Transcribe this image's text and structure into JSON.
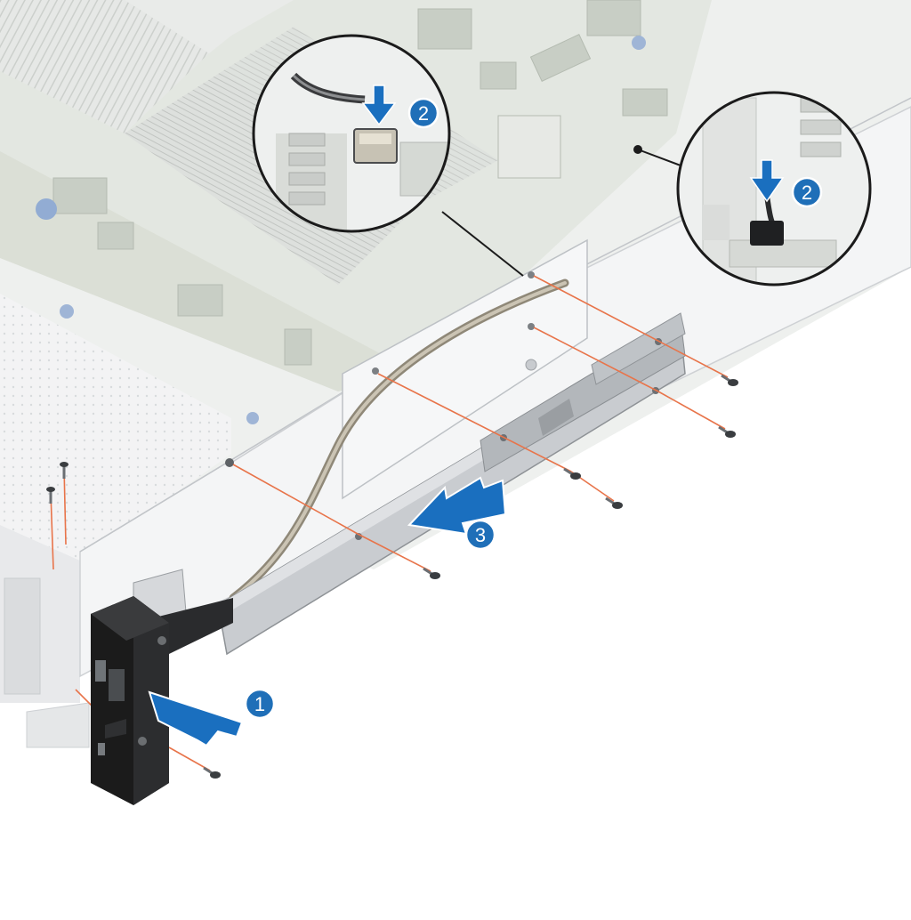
{
  "diagram": {
    "steps": [
      {
        "number": "1"
      },
      {
        "number": "2"
      },
      {
        "number": "2"
      },
      {
        "number": "3"
      }
    ],
    "colors": {
      "callout_fill": "#1f6fb8",
      "callout_stroke": "#ffffff",
      "arrow_blue": "#1a6fbf",
      "screw_guide": "#e8744a",
      "chassis_line": "#b8bcc0",
      "board_green": "#9aaa8f",
      "control_panel": "#1b1b1b",
      "rail_gray": "#a9adb1"
    },
    "icons": {
      "push_arrow": "arrow-right-icon",
      "slide_arrow": "arrow-left-icon",
      "press_arrow": "arrow-down-icon",
      "screw": "screw-icon",
      "connector": "connector-icon"
    }
  }
}
